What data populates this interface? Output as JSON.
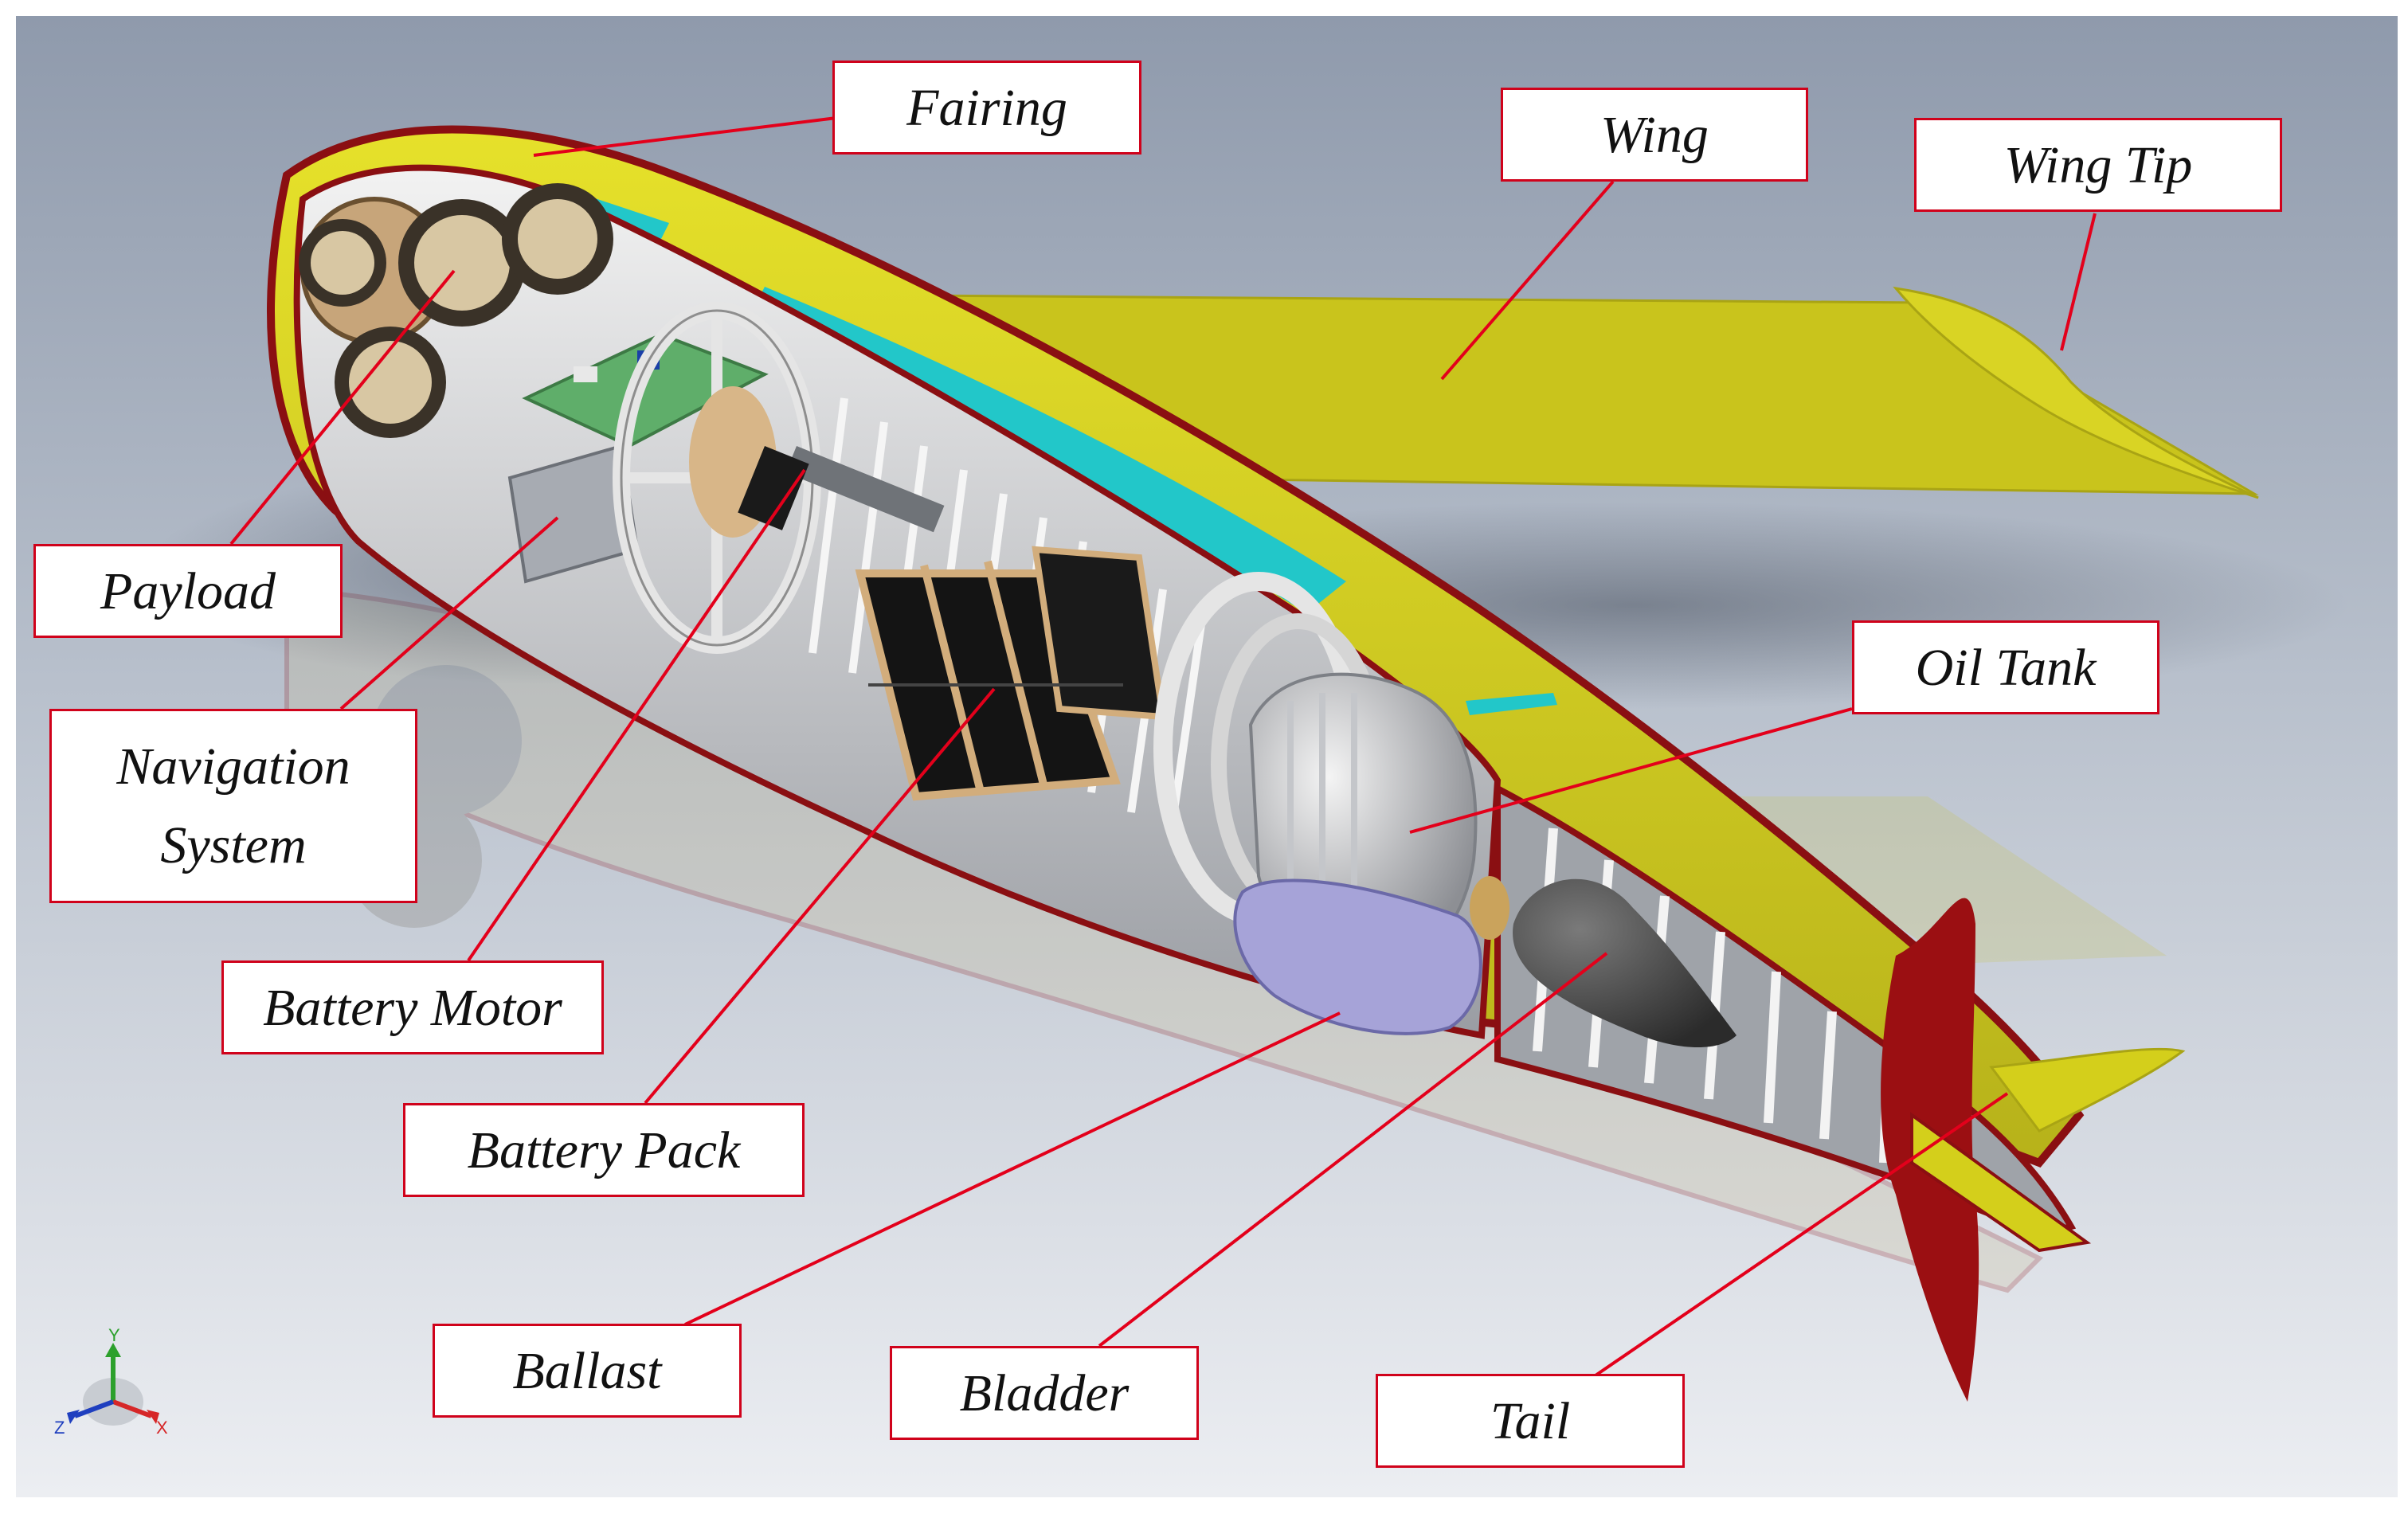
{
  "colors": {
    "leader_line": "#e3001b",
    "label_border": "#d0021b",
    "hull_yellow": "#d4cf1b",
    "fairing_red": "#9b0f12",
    "cyan_band": "#22c7c9",
    "background_top": "#8e99ab",
    "background_bottom": "#e8ebf0"
  },
  "labels": {
    "fairing": "Fairing",
    "wing": "Wing",
    "wing_tip": "Wing Tip",
    "payload": "Payload",
    "navigation_system": "Navigation\nSystem",
    "oil_tank": "Oil Tank",
    "battery_motor": "Battery Motor",
    "battery_pack": "Battery Pack",
    "ballast": "Ballast",
    "bladder": "Bladder",
    "tail": "Tail"
  },
  "axes": {
    "x": "X",
    "y": "Y",
    "z": "Z"
  }
}
